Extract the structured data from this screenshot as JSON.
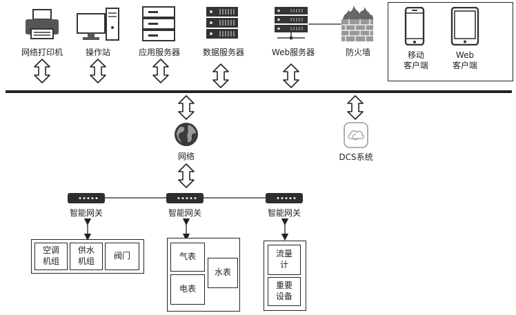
{
  "devices": {
    "printer": "网络打印机",
    "workstation": "操作站",
    "app_server": "应用服务器",
    "data_server": "数据服务器",
    "web_server": "Web服务器",
    "firewall": "防火墙",
    "mobile_client": "移动\n客户端",
    "web_client": "Web\n客户端"
  },
  "network": {
    "label": "网络"
  },
  "dcs": {
    "label": "DCS系统"
  },
  "gateways": {
    "left": "智能网关",
    "middle": "智能网关",
    "right": "智能网关"
  },
  "groups": {
    "left": [
      "空调\n机组",
      "供水\n机组",
      "阀门"
    ],
    "middle": [
      "气表",
      "电表",
      "水表"
    ],
    "right": [
      "流量\n计",
      "重要\n设备"
    ]
  }
}
